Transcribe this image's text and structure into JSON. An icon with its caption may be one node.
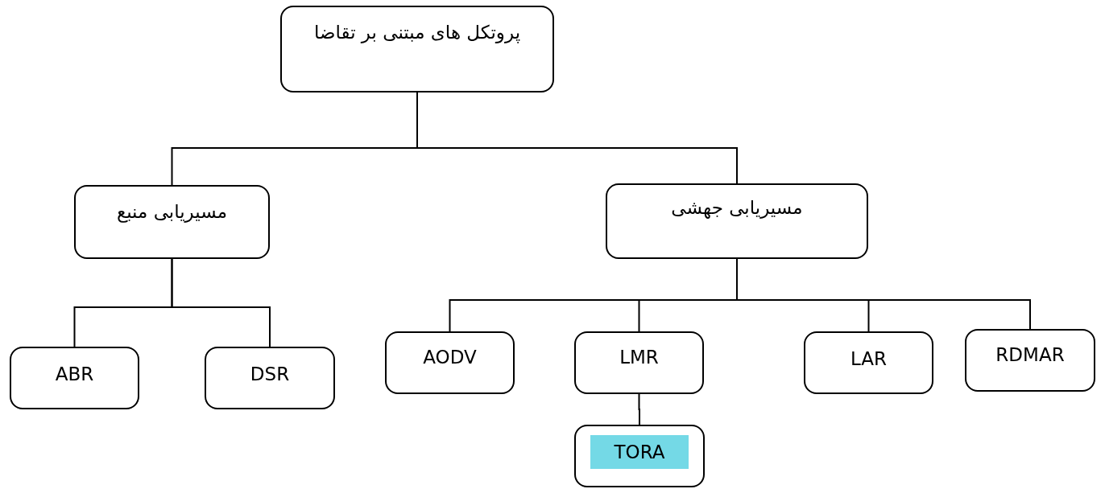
{
  "diagram": {
    "nodes": [
      {
        "text": [
          "پروتکل های مبتنی بر تقاضا"
        ]
      },
      {
        "text": [
          "مسیریابی منبع"
        ]
      },
      {
        "text": [
          "مسیریابی جهشی"
        ]
      },
      {
        "text": [
          "ABR"
        ]
      },
      {
        "text": [
          "DSR"
        ]
      },
      {
        "text": [
          "AODV"
        ]
      },
      {
        "text": [
          "LMR"
        ]
      },
      {
        "text": [
          "LAR"
        ]
      },
      {
        "text": [
          "RDMAR"
        ]
      },
      {
        "text": [
          "TORA"
        ]
      }
    ],
    "edges": [
      {
        "from": 0,
        "to": 1,
        "arrow": "none"
      },
      {
        "from": 0,
        "to": 2,
        "arrow": "none"
      },
      {
        "from": 1,
        "to": 3,
        "arrow": "none"
      },
      {
        "from": 1,
        "to": 4,
        "arrow": "none"
      },
      {
        "from": 2,
        "to": 5,
        "arrow": "none"
      },
      {
        "from": 2,
        "to": 6,
        "arrow": "none"
      },
      {
        "from": 2,
        "to": 7,
        "arrow": "none"
      },
      {
        "from": 2,
        "to": 8,
        "arrow": "none"
      },
      {
        "from": 6,
        "to": 9,
        "arrow": "none"
      }
    ]
  }
}
